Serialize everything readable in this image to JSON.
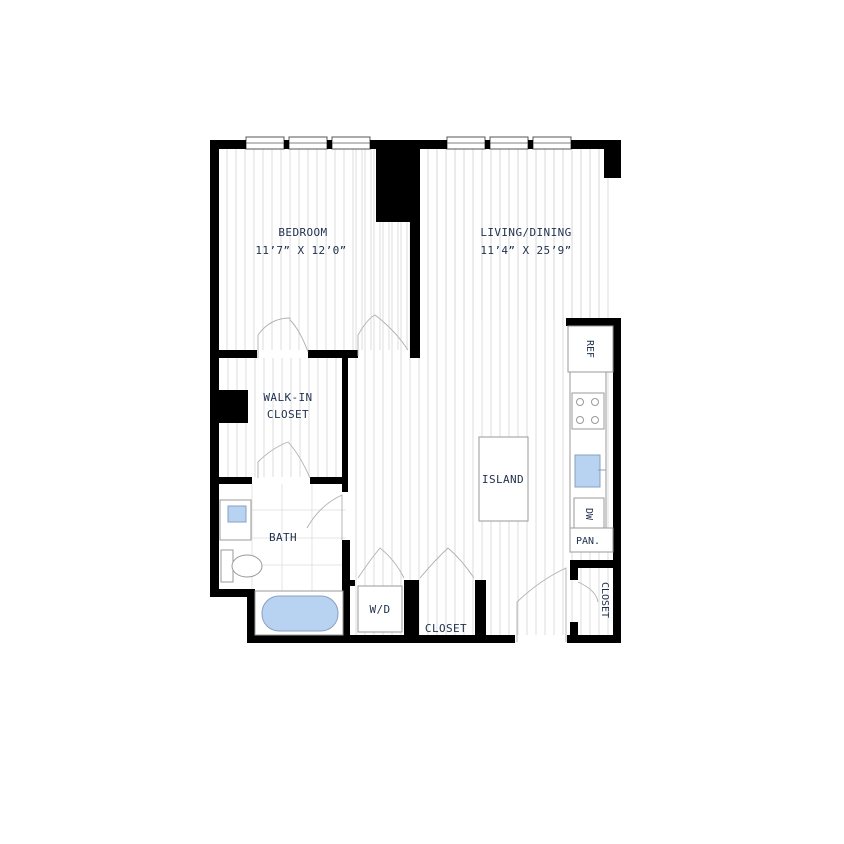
{
  "rooms": {
    "bedroom": {
      "name": "BEDROOM",
      "dims": "11’7” X 12’0”"
    },
    "living": {
      "name": "LIVING/DINING",
      "dims": "11’4” X 25’9”"
    },
    "walkin": {
      "line1": "WALK-IN",
      "line2": "CLOSET"
    },
    "bath": {
      "name": "BATH"
    },
    "island": {
      "name": "ISLAND"
    }
  },
  "fixtures": {
    "ref": "REF",
    "dw": "DW",
    "pan": "PAN.",
    "wd": "W/D",
    "closet_bottom": "CLOSET",
    "closet_side": "CLOSET"
  },
  "colors": {
    "wall": "#000000",
    "label": "#1e2f4d",
    "fixture_blue": "#b8d3f2"
  }
}
